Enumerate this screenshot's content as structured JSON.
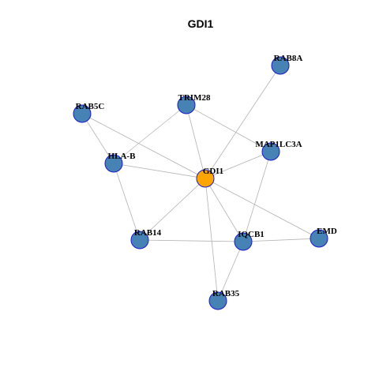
{
  "title": "GDI1",
  "colors": {
    "center_node": "#FFA500",
    "node": "#4682B4",
    "node_border": "#1a1acc",
    "edge": "#b3b3b3"
  },
  "nodes": [
    {
      "id": "GDI1",
      "label": "GDI1",
      "center": true
    },
    {
      "id": "RAB8A",
      "label": "RAB8A"
    },
    {
      "id": "TRIM28",
      "label": "TRIM28"
    },
    {
      "id": "RAB5C",
      "label": "RAB5C"
    },
    {
      "id": "MAP1LC3A",
      "label": "MAP1LC3A"
    },
    {
      "id": "HLA-B",
      "label": "HLA-B"
    },
    {
      "id": "RAB14",
      "label": "RAB14"
    },
    {
      "id": "IQCB1",
      "label": "IQCB1"
    },
    {
      "id": "EMD",
      "label": "EMD"
    },
    {
      "id": "RAB35",
      "label": "RAB35"
    }
  ],
  "edges": [
    [
      "GDI1",
      "RAB8A"
    ],
    [
      "GDI1",
      "TRIM28"
    ],
    [
      "GDI1",
      "MAP1LC3A"
    ],
    [
      "GDI1",
      "HLA-B"
    ],
    [
      "GDI1",
      "RAB14"
    ],
    [
      "GDI1",
      "IQCB1"
    ],
    [
      "GDI1",
      "EMD"
    ],
    [
      "GDI1",
      "RAB35"
    ],
    [
      "GDI1",
      "RAB5C"
    ],
    [
      "TRIM28",
      "HLA-B"
    ],
    [
      "TRIM28",
      "MAP1LC3A"
    ],
    [
      "RAB5C",
      "HLA-B"
    ],
    [
      "HLA-B",
      "RAB14"
    ],
    [
      "RAB14",
      "IQCB1"
    ],
    [
      "IQCB1",
      "EMD"
    ],
    [
      "IQCB1",
      "RAB35"
    ],
    [
      "IQCB1",
      "MAP1LC3A"
    ]
  ]
}
